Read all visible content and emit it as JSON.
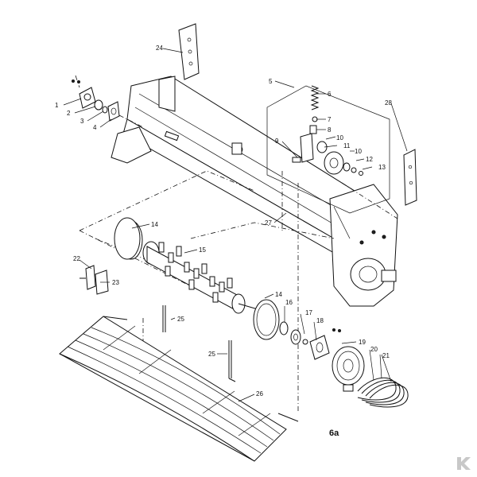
{
  "diagram": {
    "callouts": [
      "1",
      "2",
      "3",
      "4",
      "5",
      "6",
      "7",
      "8",
      "9",
      "10",
      "10",
      "11",
      "12",
      "13",
      "14",
      "14",
      "15",
      "16",
      "17",
      "18",
      "19",
      "20",
      "21",
      "22",
      "23",
      "24",
      "25",
      "25",
      "26",
      "27",
      "28"
    ],
    "page_mark": "6a"
  },
  "brand": {
    "logo_name": "k-logo",
    "logo_color": "#c8c8c8"
  }
}
